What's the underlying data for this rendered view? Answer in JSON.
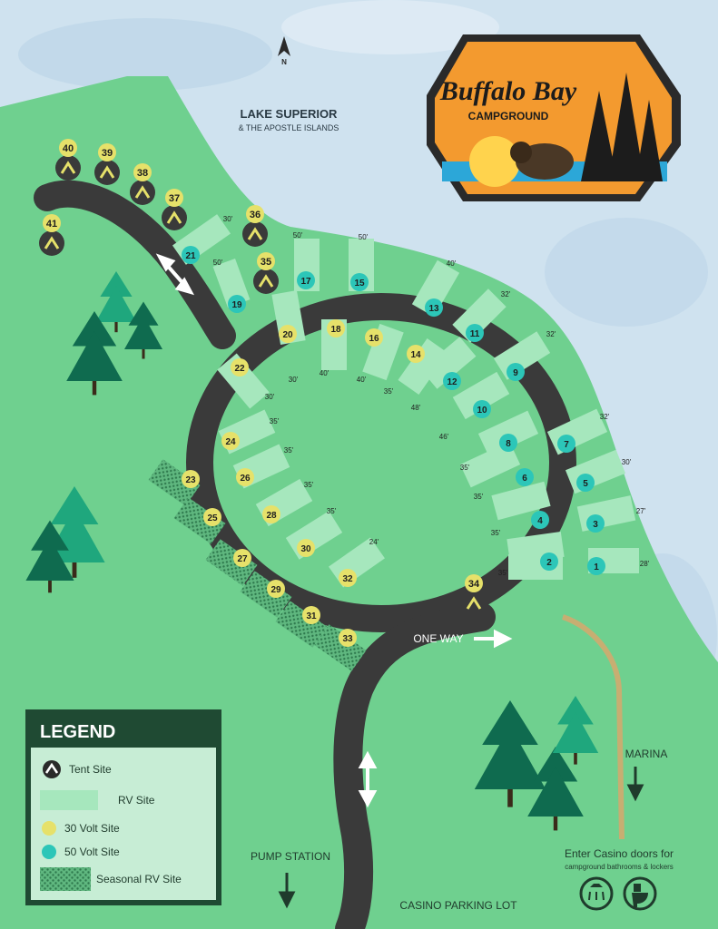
{
  "colors": {
    "water": "#cfe2ef",
    "land": "#6fd08f",
    "road": "#3a3a3a",
    "rv_pad": "#a6e7bd",
    "volt30": "#e6e16a",
    "volt50": "#2cc6b8",
    "tree_dark": "#0f6b4f",
    "tree_light": "#1fa77d",
    "path": "#c7ae72",
    "legend_bg": "#c7edd5",
    "legend_header": "#1f4a33"
  },
  "compass": {
    "letter": "N"
  },
  "lake": {
    "title": "LAKE SUPERIOR",
    "subtitle": "& THE APOSTLE ISLANDS"
  },
  "logo": {
    "name": "Buffalo Bay",
    "sub": "CAMPGROUND"
  },
  "labels": {
    "one_way": "ONE WAY",
    "marina": "MARINA",
    "pump_station": "PUMP STATION",
    "casino_parking": "CASINO PARKING LOT",
    "casino_line1": "Enter Casino doors for",
    "casino_line2": "campground bathrooms & lockers"
  },
  "legend": {
    "title": "LEGEND",
    "items": [
      {
        "icon": "tent-icon",
        "label": "Tent Site"
      },
      {
        "icon": "rv-pad-swatch",
        "label": "RV Site"
      },
      {
        "icon": "volt30-dot",
        "label": "30 Volt Site"
      },
      {
        "icon": "volt50-dot",
        "label": "50 Volt Site"
      },
      {
        "icon": "seasonal-swatch",
        "label": "Seasonal RV Site"
      }
    ]
  },
  "sites": {
    "tent": [
      "40",
      "39",
      "38",
      "37",
      "41",
      "36",
      "35",
      "34"
    ],
    "volt50": [
      "21",
      "19",
      "17",
      "15",
      "13",
      "11",
      "9",
      "12",
      "10",
      "8",
      "7",
      "6",
      "5",
      "4",
      "3",
      "2",
      "1"
    ],
    "volt30": [
      "20",
      "18",
      "16",
      "14",
      "22",
      "24",
      "26",
      "28",
      "30",
      "32"
    ],
    "seasonal": [
      "23",
      "25",
      "27",
      "29",
      "31",
      "33"
    ]
  },
  "pad_lengths": [
    "30'",
    "50'",
    "50'",
    "50'",
    "40'",
    "32'",
    "32'",
    "32'",
    "30'",
    "27'",
    "28'",
    "30'",
    "40'",
    "40'",
    "30'",
    "35'",
    "35'",
    "35'",
    "35'",
    "35'",
    "48'",
    "46'",
    "35'",
    "35'",
    "35'",
    "35'",
    "24'"
  ]
}
